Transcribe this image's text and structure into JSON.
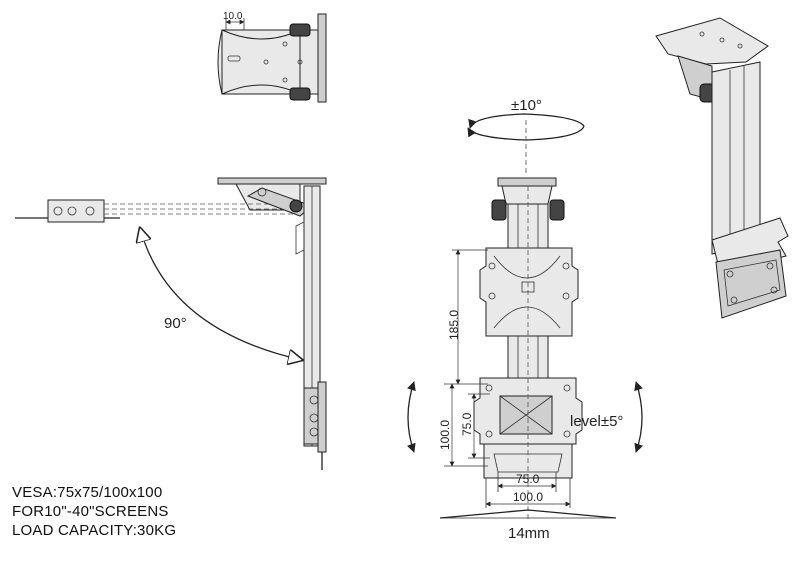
{
  "diagram": {
    "dimensions": {
      "top_offset": "10.0",
      "rotation": "±10°",
      "tilt_angle": "90°",
      "height_total": "185.0",
      "vesa_height_large": "100.0",
      "vesa_height_small": "75.0",
      "level": "level±5°",
      "vesa_width_small": "75.0",
      "vesa_width_large": "100.0",
      "depth_offset": "14mm"
    },
    "specs": {
      "vesa": "VESA:75x75/100x100",
      "screens": "FOR10\"-40\"SCREENS",
      "load": "LOAD CAPACITY:30KG"
    }
  }
}
